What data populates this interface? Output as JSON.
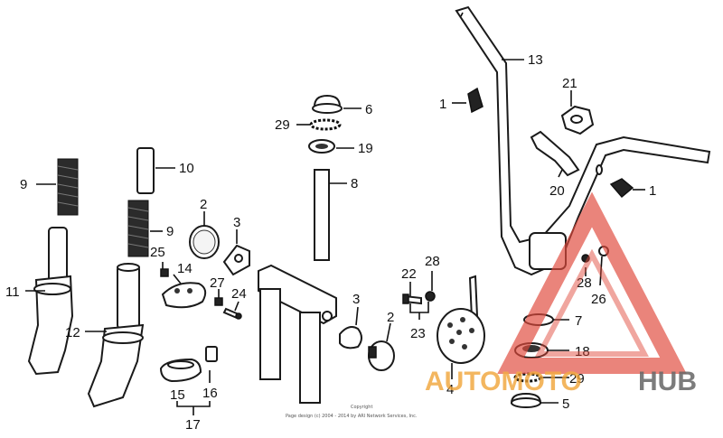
{
  "diagram": {
    "callouts": [
      {
        "id": "c13",
        "label": "13"
      },
      {
        "id": "c1a",
        "label": "1"
      },
      {
        "id": "c21",
        "label": "21"
      },
      {
        "id": "c6",
        "label": "6"
      },
      {
        "id": "c29a",
        "label": "29"
      },
      {
        "id": "c19",
        "label": "19"
      },
      {
        "id": "c8",
        "label": "8"
      },
      {
        "id": "c10",
        "label": "10"
      },
      {
        "id": "c9a",
        "label": "9"
      },
      {
        "id": "c9b",
        "label": "9"
      },
      {
        "id": "c2a",
        "label": "2"
      },
      {
        "id": "c3a",
        "label": "3"
      },
      {
        "id": "c25",
        "label": "25"
      },
      {
        "id": "c14",
        "label": "14"
      },
      {
        "id": "c27",
        "label": "27"
      },
      {
        "id": "c24",
        "label": "24"
      },
      {
        "id": "c11",
        "label": "11"
      },
      {
        "id": "c12",
        "label": "12"
      },
      {
        "id": "c20",
        "label": "20"
      },
      {
        "id": "c1b",
        "label": "1"
      },
      {
        "id": "c22",
        "label": "22"
      },
      {
        "id": "c28a",
        "label": "28"
      },
      {
        "id": "c23",
        "label": "23"
      },
      {
        "id": "c3b",
        "label": "3"
      },
      {
        "id": "c2b",
        "label": "2"
      },
      {
        "id": "c4",
        "label": "4"
      },
      {
        "id": "c28b",
        "label": "28"
      },
      {
        "id": "c26",
        "label": "26"
      },
      {
        "id": "c7",
        "label": "7"
      },
      {
        "id": "c18",
        "label": "18"
      },
      {
        "id": "c29b",
        "label": "29"
      },
      {
        "id": "c5",
        "label": "5"
      },
      {
        "id": "c15",
        "label": "15"
      },
      {
        "id": "c16",
        "label": "16"
      },
      {
        "id": "c17",
        "label": "17"
      }
    ],
    "copyright_title": "Copyright",
    "copyright_line": "Page design (c) 2004 - 2014 by ARI Network Services, Inc."
  },
  "watermark": {
    "text_auto": "AUTOMOTO",
    "text_hub": "HUB",
    "color_red": "#e04a3c",
    "color_orange": "#f0a030",
    "color_gray": "#555555"
  }
}
